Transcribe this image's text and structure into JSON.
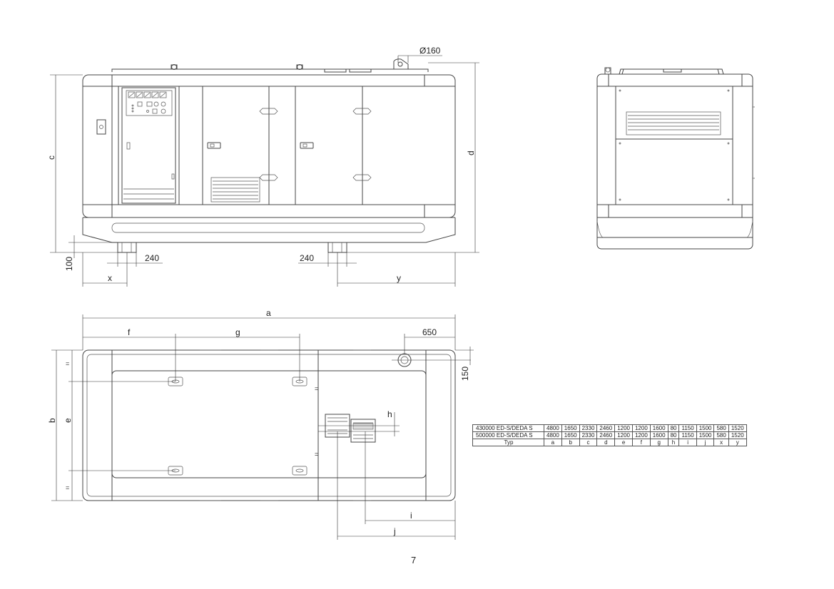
{
  "dimension_labels": {
    "diameter": "Ø160",
    "c": "c",
    "d": "d",
    "offset_100": "100",
    "foot_240_left": "240",
    "foot_240_right": "240",
    "x": "x",
    "y": "y",
    "a": "a",
    "f": "f",
    "g": "g",
    "offset_650": "650",
    "offset_150": "150",
    "b": "b",
    "e": "e",
    "h": "h",
    "i": "i",
    "j": "j"
  },
  "spec_table": {
    "rows": [
      [
        "430000 ED-S/DEDA S",
        "4800",
        "1650",
        "2330",
        "2460",
        "1200",
        "1200",
        "1600",
        "80",
        "1150",
        "1500",
        "580",
        "1520"
      ],
      [
        "500000 ED-S/DEDA S",
        "4800",
        "1650",
        "2330",
        "2460",
        "1200",
        "1200",
        "1600",
        "80",
        "1150",
        "1500",
        "580",
        "1520"
      ]
    ],
    "footer": [
      "Typ",
      "a",
      "b",
      "c",
      "d",
      "e",
      "f",
      "g",
      "h",
      "i",
      "j",
      "x",
      "y"
    ]
  },
  "page_number": "7"
}
